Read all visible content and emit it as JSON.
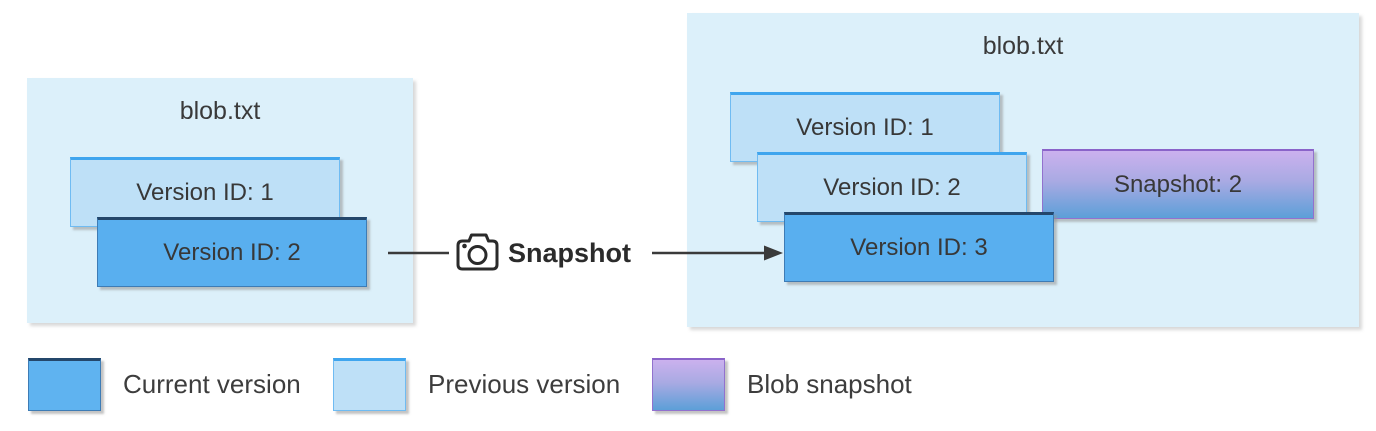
{
  "diagram": {
    "left_panel": {
      "title": "blob.txt",
      "boxes": [
        {
          "label": "Version ID: 1",
          "type": "previous"
        },
        {
          "label": "Version ID: 2",
          "type": "current"
        }
      ]
    },
    "connector": {
      "icon": "camera-icon",
      "label": "Snapshot"
    },
    "right_panel": {
      "title": "blob.txt",
      "boxes": [
        {
          "label": "Version ID: 1",
          "type": "previous"
        },
        {
          "label": "Version ID: 2",
          "type": "previous"
        },
        {
          "label": "Snapshot: 2",
          "type": "snapshot"
        },
        {
          "label": "Version ID: 3",
          "type": "current"
        }
      ]
    },
    "legend": {
      "items": [
        {
          "label": "Current version",
          "type": "current"
        },
        {
          "label": "Previous version",
          "type": "previous"
        },
        {
          "label": "Blob snapshot",
          "type": "snapshot"
        }
      ]
    },
    "colors": {
      "panel_bg": "#dcf0fa",
      "current_fill": "#59afef",
      "current_border_top": "#24476b",
      "previous_fill": "#bee0f7",
      "previous_border_top": "#3fa5ee",
      "snapshot_gradient_top": "#cbb1ee",
      "snapshot_gradient_bottom": "#5c9fd8",
      "snapshot_border": "#8a63c9",
      "text": "#3a3a3a",
      "arrow": "#3a3a3a"
    }
  }
}
